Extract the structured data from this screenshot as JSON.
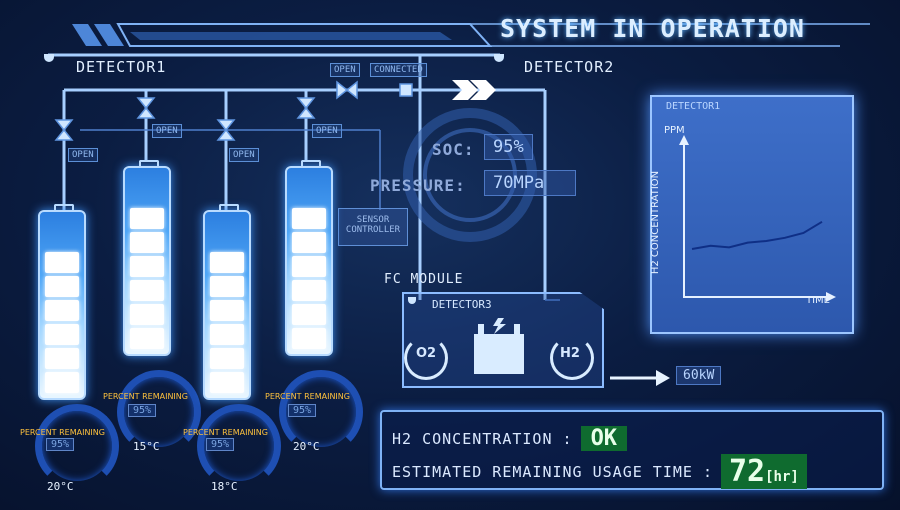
{
  "header": {
    "title": "SYSTEM IN OPERATION"
  },
  "detectors": {
    "d1": "DETECTOR1",
    "d2": "DETECTOR2",
    "d3": "DETECTOR3"
  },
  "valves": {
    "top": "OPEN",
    "connected": "CONNECTED",
    "v1": "OPEN",
    "v2": "OPEN",
    "v3": "OPEN",
    "v4": "OPEN"
  },
  "readouts": {
    "soc_label": "SOC:",
    "soc_value": "95%",
    "pressure_label": "PRESSURE:",
    "pressure_value": "70MPa"
  },
  "sensor_controller": {
    "line1": "SENSOR",
    "line2": "CONTROLLER"
  },
  "fc_module": {
    "label": "FC MODULE",
    "o2": "O2",
    "h2": "H2"
  },
  "power_output": "60kW",
  "tanks": [
    {
      "percent_label": "PERCENT REMAINING",
      "percent": "95%",
      "temp": "20°C",
      "cells": 6,
      "level": 0.95
    },
    {
      "percent_label": "PERCENT REMAINING",
      "percent": "95%",
      "temp": "15°C",
      "cells": 6,
      "level": 0.95
    },
    {
      "percent_label": "PERCENT REMAINING",
      "percent": "95%",
      "temp": "18°C",
      "cells": 6,
      "level": 0.95
    },
    {
      "percent_label": "PERCENT REMAINING",
      "percent": "95%",
      "temp": "20°C",
      "cells": 6,
      "level": 0.95
    }
  ],
  "chart_panel": {
    "title": "DETECTOR1",
    "ylabel_unit": "PPM",
    "ylabel": "H2 CONCENTRATION",
    "xlabel": "TIME"
  },
  "chart_data": {
    "type": "line",
    "title": "DETECTOR1",
    "xlabel": "TIME",
    "ylabel": "H2 CONCENTRATION",
    "series": [
      {
        "values": [
          0.3,
          0.32,
          0.31,
          0.34,
          0.35,
          0.37,
          0.4,
          0.47
        ]
      }
    ]
  },
  "status": {
    "h2_label": "H2 CONCENTRATION :",
    "h2_value": "OK",
    "time_label": "ESTIMATED REMAINING USAGE TIME :",
    "time_value": "72",
    "time_unit": "[hr]"
  },
  "colors": {
    "accent": "#5fb3ff",
    "ok": "#0f6b2f",
    "warning": "#ffc23d"
  }
}
